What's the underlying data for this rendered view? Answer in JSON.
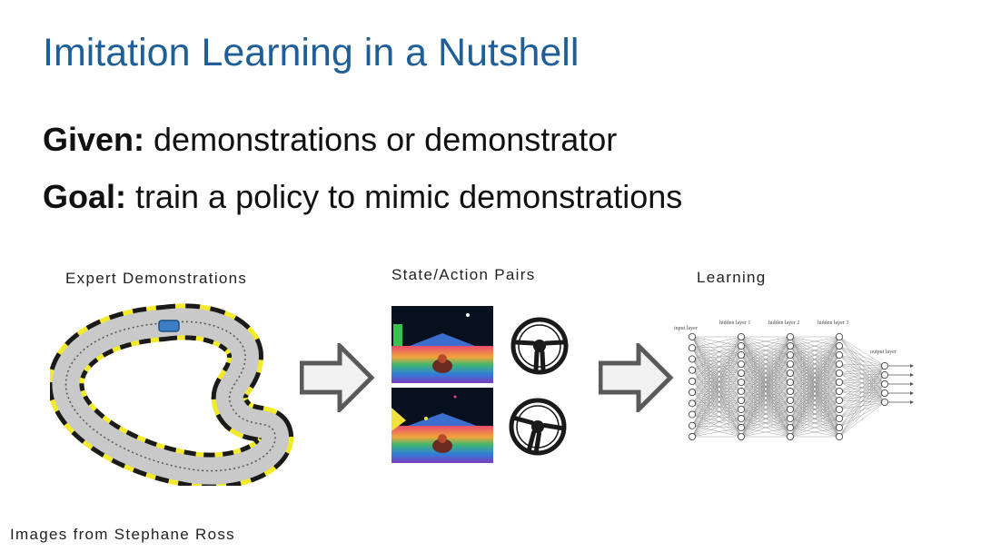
{
  "slide": {
    "title": "Imitation Learning in a Nutshell",
    "given_label": "Given:",
    "given_text": " demonstrations or demonstrator",
    "goal_label": "Goal:",
    "goal_text": " train a policy to mimic demonstrations"
  },
  "figures": {
    "expert_caption": "Expert Demonstrations",
    "pairs_caption": "State/Action Pairs",
    "learning_caption": "Learning",
    "nn_labels": {
      "input": "input layer",
      "hidden1": "hidden layer 1",
      "hidden2": "hidden layer 2",
      "hidden3": "hidden layer 3",
      "output": "output layer"
    }
  },
  "footer": {
    "credit": "Images from Stephane Ross"
  },
  "colors": {
    "title": "#1f5f97",
    "arrow_fill": "#f2f2f2",
    "arrow_stroke": "#5a5a5a",
    "track_asphalt": "#c8c8c8",
    "track_edge_yellow": "#f3ea2a"
  },
  "icons": [
    "race-track-illustration",
    "right-arrow-icon",
    "game-screenshot",
    "steering-wheel-icon",
    "neural-network-diagram"
  ]
}
